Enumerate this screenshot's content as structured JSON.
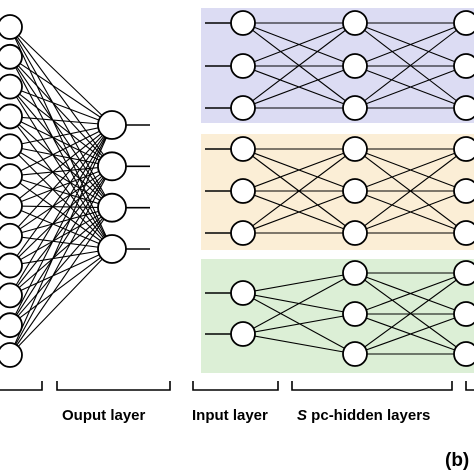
{
  "labels": {
    "output_layer": "Ouput layer",
    "input_layer": "Input layer",
    "hidden_prefix": "S",
    "hidden_rest": " pc-hidden layers",
    "panel_tag": "(b)"
  },
  "colors": {
    "panel_top": "#dcdcf3",
    "panel_middle": "#fbeed6",
    "panel_bottom": "#dcefd6",
    "node_stroke": "#000000",
    "node_fill": "#ffffff"
  },
  "diagram": {
    "left_network": {
      "input_nodes": 12,
      "output_nodes": 4
    },
    "groups": [
      {
        "name": "top",
        "layer_nodes": [
          3,
          3,
          3
        ]
      },
      {
        "name": "middle",
        "layer_nodes": [
          3,
          3,
          3
        ]
      },
      {
        "name": "bottom",
        "layer_nodes": [
          2,
          3,
          3
        ]
      }
    ]
  }
}
